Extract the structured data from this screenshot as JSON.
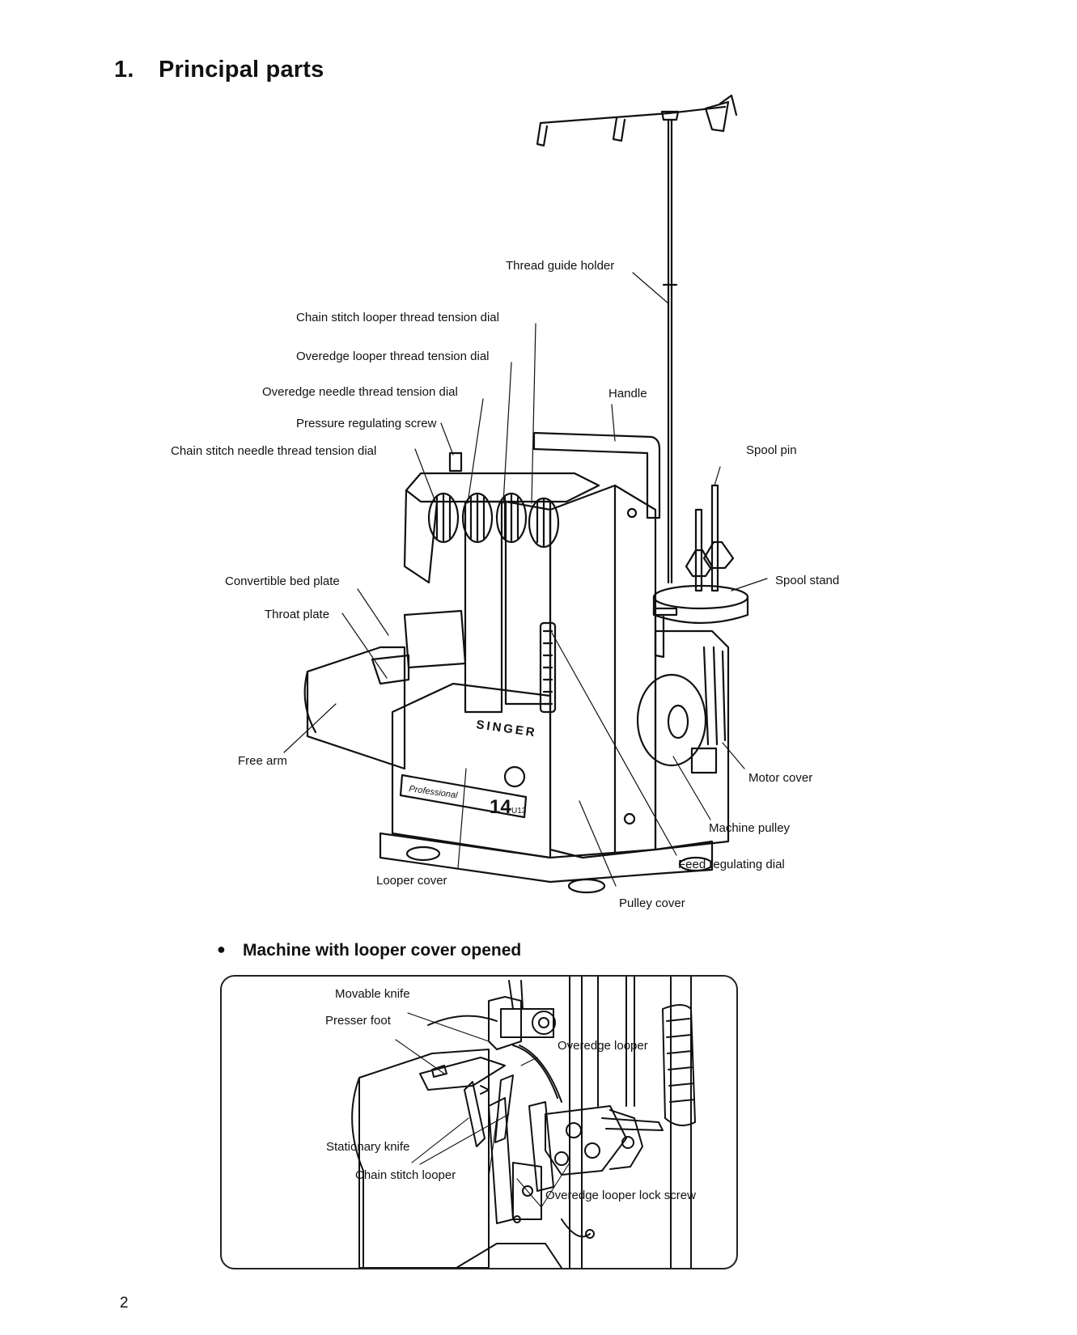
{
  "page": {
    "title_number": "1.",
    "title_text": "Principal parts",
    "page_number": "2"
  },
  "main_figure": {
    "brand": "SINGER",
    "model_number": "14",
    "model_suffix": "U13",
    "badge_script": "Professional",
    "labels": {
      "thread_guide_holder": "Thread guide holder",
      "chain_stitch_looper_dial": "Chain stitch looper thread tension dial",
      "overedge_looper_dial": "Overedge looper thread tension dial",
      "overedge_needle_dial": "Overedge needle thread tension dial",
      "handle": "Handle",
      "pressure_screw": "Pressure regulating screw",
      "chain_stitch_needle_dial": "Chain stitch needle thread tension dial",
      "spool_pin": "Spool pin",
      "convertible_bed_plate": "Convertible bed plate",
      "spool_stand": "Spool stand",
      "throat_plate": "Throat plate",
      "free_arm": "Free arm",
      "motor_cover": "Motor cover",
      "machine_pulley": "Machine pulley",
      "feed_regulating_dial": "Feed regulating dial",
      "looper_cover": "Looper cover",
      "pulley_cover": "Pulley cover"
    }
  },
  "inset_figure": {
    "heading_bullet": "●",
    "heading": "Machine with looper cover opened",
    "labels": {
      "movable_knife": "Movable knife",
      "presser_foot": "Presser foot",
      "overedge_looper": "Overedge looper",
      "stationary_knife": "Stationary knife",
      "chain_stitch_looper": "Chain stitch looper",
      "overedge_looper_lock_screw": "Overedge looper lock screw"
    }
  }
}
